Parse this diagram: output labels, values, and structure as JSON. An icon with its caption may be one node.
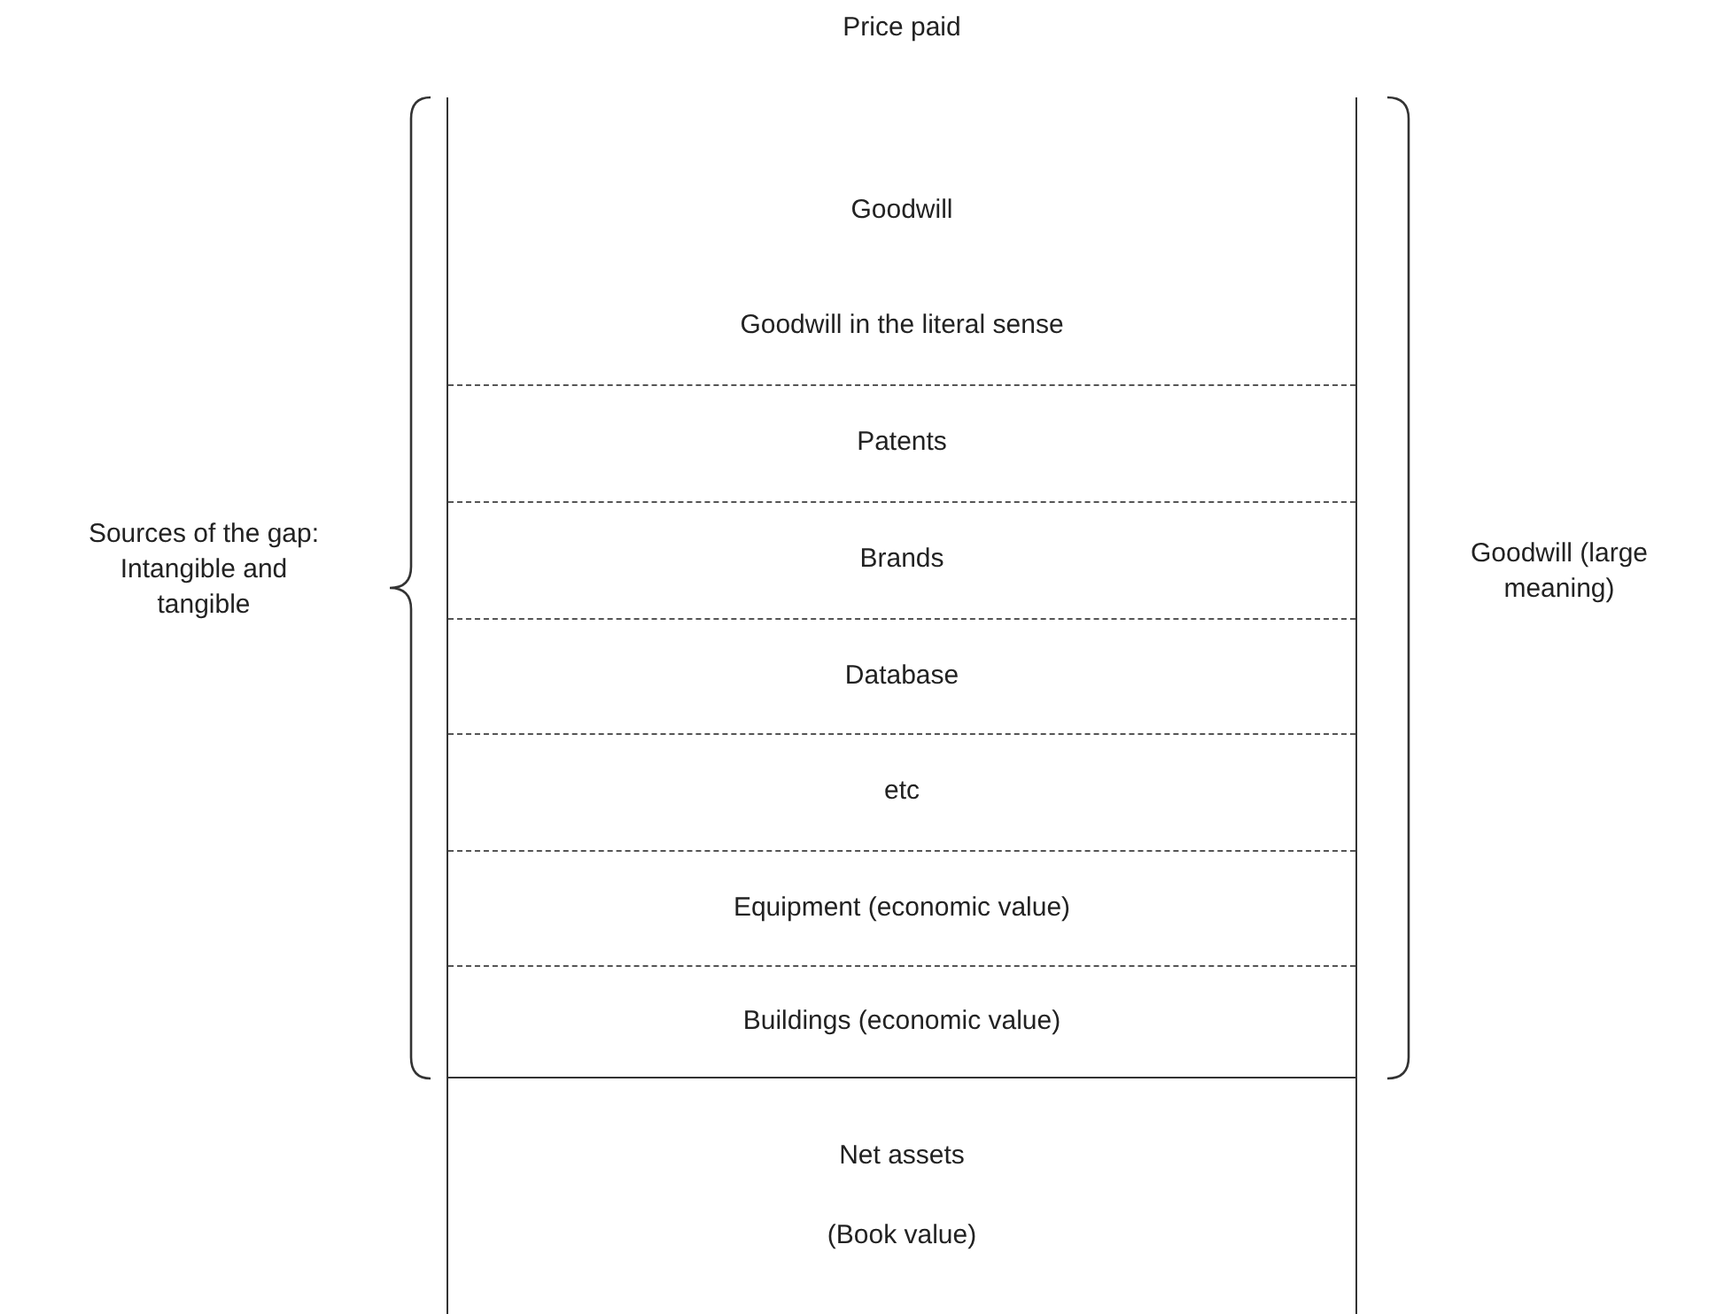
{
  "diagram": {
    "title": "Price paid",
    "nodes": [
      {
        "text": [],
        "shape": "box"
      },
      {
        "text": [
          "Goodwill",
          "Goodwill in the literal sense"
        ],
        "in": 0
      },
      {
        "text": [
          "Patents"
        ],
        "in": 0
      },
      {
        "text": [
          "Brands"
        ],
        "in": 0
      },
      {
        "text": [
          "Database"
        ],
        "in": 0
      },
      {
        "text": [
          "etc"
        ],
        "in": 0
      },
      {
        "text": [
          "Equipment (economic value)"
        ],
        "in": 0
      },
      {
        "text": [
          "Buildings (economic value)"
        ],
        "in": 0
      },
      {
        "text": [
          "Net assets",
          "(Book value)"
        ],
        "in": 0
      }
    ],
    "labels": [
      "Sources of the gap: Intangible and tangible",
      "Goodwill (large meaning)"
    ]
  }
}
